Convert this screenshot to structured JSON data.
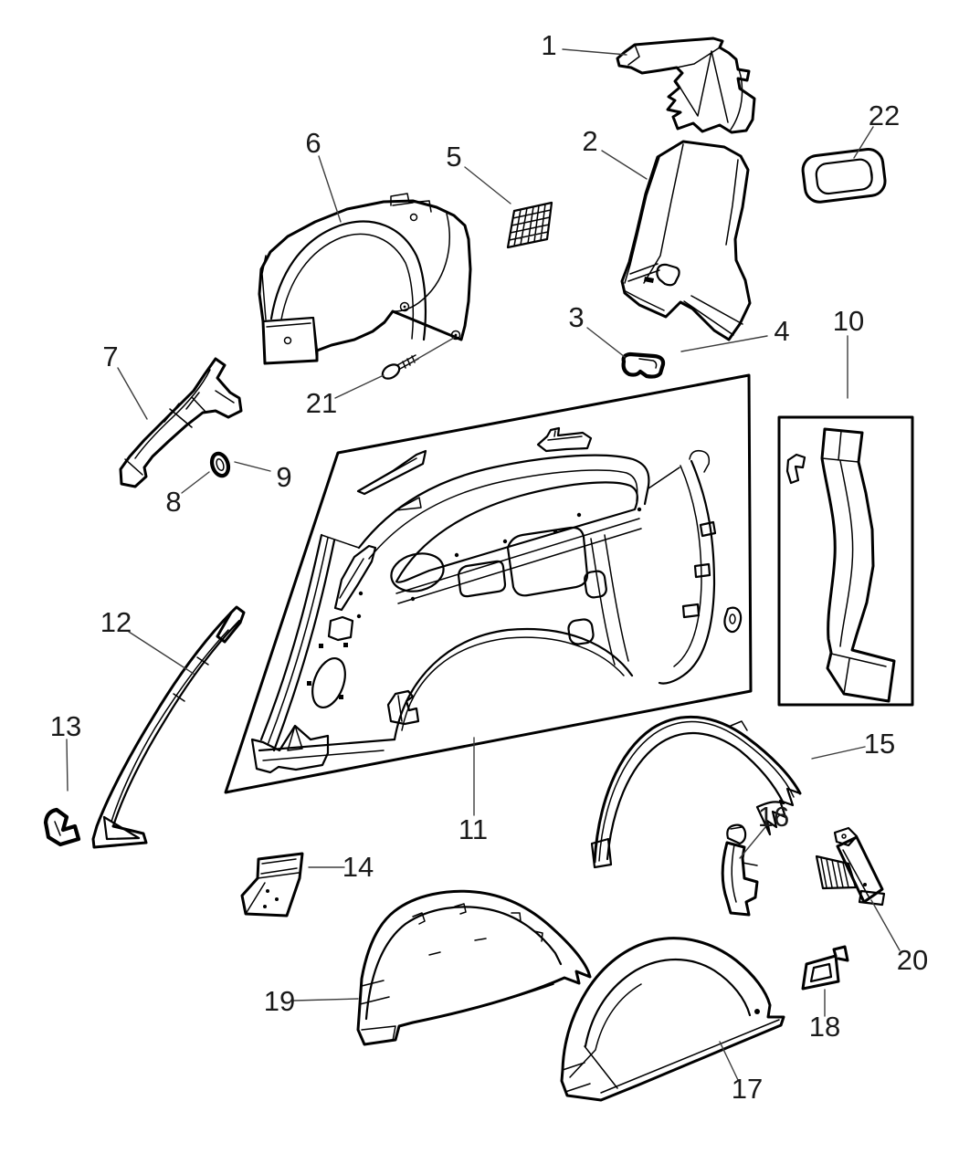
{
  "page": {
    "type": "exploded-parts-diagram",
    "colors": {
      "background": "#ffffff",
      "line": "#000000",
      "label": "#1a1a1a",
      "leader": "#3d3d3d"
    }
  },
  "diagram": {
    "callouts": [
      {
        "id": "1",
        "label": "1"
      },
      {
        "id": "2",
        "label": "2"
      },
      {
        "id": "3",
        "label": "3"
      },
      {
        "id": "4",
        "label": "4"
      },
      {
        "id": "5",
        "label": "5"
      },
      {
        "id": "6",
        "label": "6"
      },
      {
        "id": "7",
        "label": "7"
      },
      {
        "id": "8",
        "label": "8"
      },
      {
        "id": "9",
        "label": "9"
      },
      {
        "id": "10",
        "label": "10"
      },
      {
        "id": "11",
        "label": "11"
      },
      {
        "id": "12",
        "label": "12"
      },
      {
        "id": "13",
        "label": "13"
      },
      {
        "id": "14",
        "label": "14"
      },
      {
        "id": "15",
        "label": "15"
      },
      {
        "id": "16",
        "label": "16"
      },
      {
        "id": "17",
        "label": "17"
      },
      {
        "id": "18",
        "label": "18"
      },
      {
        "id": "19",
        "label": "19"
      },
      {
        "id": "20",
        "label": "20"
      },
      {
        "id": "21",
        "label": "21"
      },
      {
        "id": "22",
        "label": "22"
      }
    ]
  }
}
